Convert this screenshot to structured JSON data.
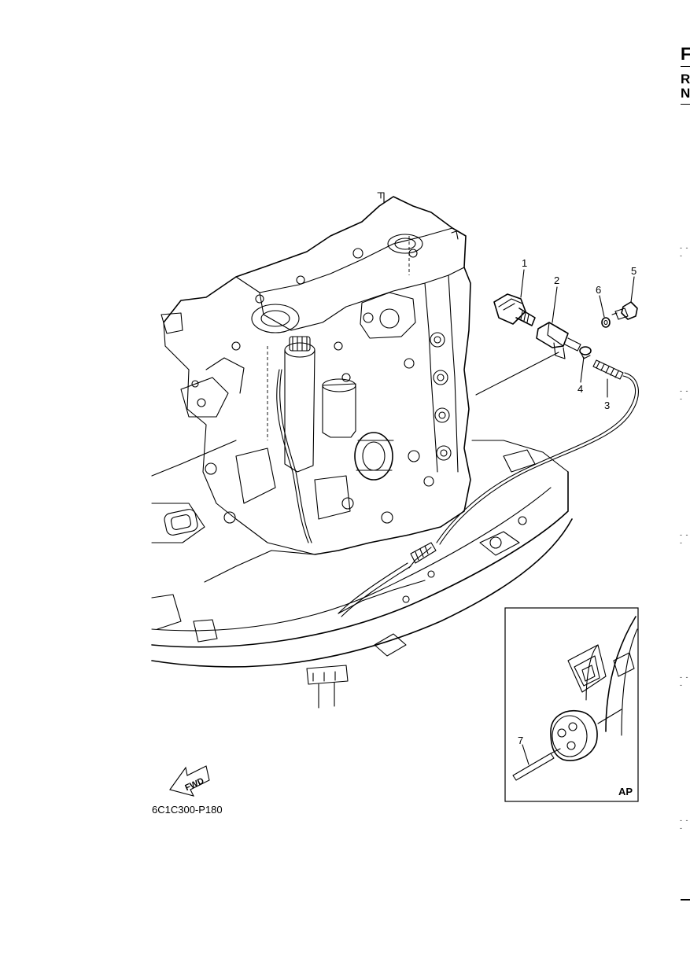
{
  "page_edge": {
    "letter_f": "F",
    "letter_r": "R",
    "letter_n": "N"
  },
  "diagram": {
    "callouts": [
      "1",
      "2",
      "3",
      "4",
      "5",
      "6",
      "7"
    ],
    "inset_label": "AP",
    "fwd_label": "FWD",
    "figure_code": "6C1C300-P180"
  }
}
